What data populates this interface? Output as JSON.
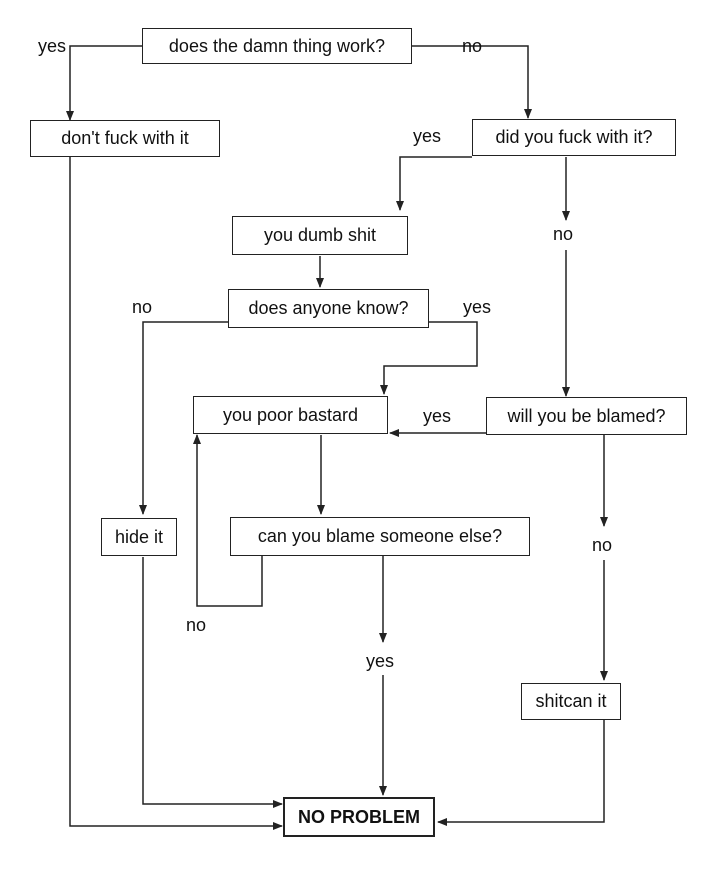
{
  "nodes": {
    "works": "does the damn thing work?",
    "dont_fuck": "don't fuck with it",
    "did_fuck": "did you fuck with it?",
    "dumb_shit": "you dumb shit",
    "anyone_know": "does anyone know?",
    "poor_bastard": "you poor bastard",
    "blamed": "will you be blamed?",
    "hide_it": "hide it",
    "blame_else": "can you blame someone else?",
    "shitcan": "shitcan it",
    "no_problem": "NO PROBLEM"
  },
  "edges": {
    "works_yes": "yes",
    "works_no": "no",
    "did_fuck_yes": "yes",
    "did_fuck_no": "no",
    "anyone_no": "no",
    "anyone_yes": "yes",
    "blamed_yes": "yes",
    "blamed_no": "no",
    "blame_else_no": "no",
    "blame_else_yes": "yes"
  },
  "colors": {
    "line": "#222222",
    "text": "#111111",
    "background": "#ffffff"
  }
}
